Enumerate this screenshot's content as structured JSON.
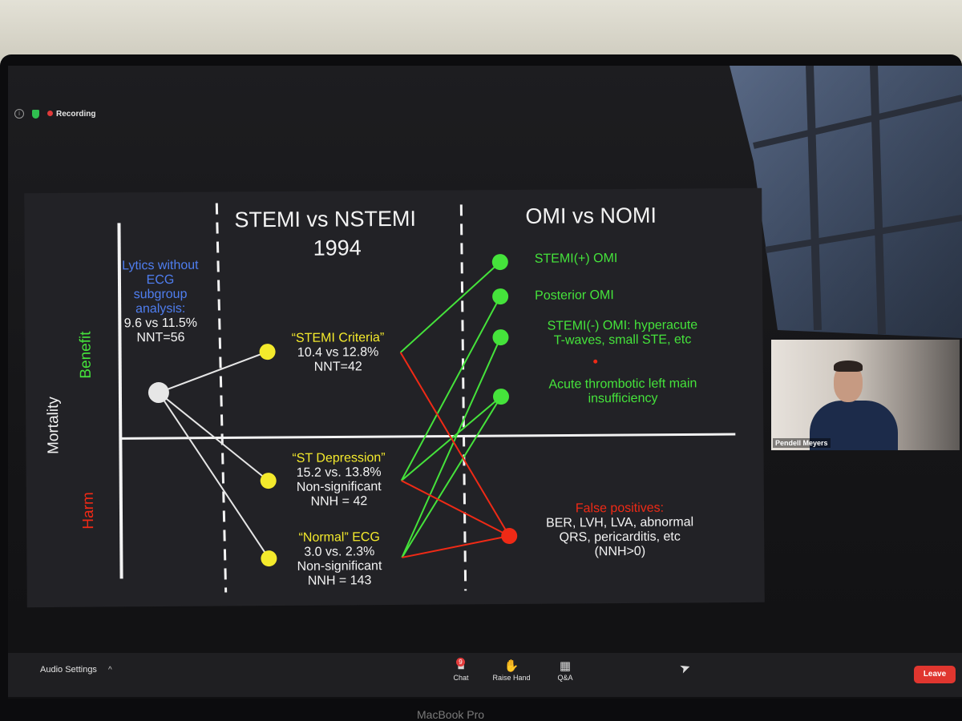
{
  "window": {
    "recording_label": "Recording"
  },
  "slide": {
    "title_left_1": "STEMI vs NSTEMI",
    "title_left_2": "1994",
    "title_right": "OMI vs NOMI",
    "axis": {
      "main": "Mortality",
      "benefit": "Benefit",
      "harm": "Harm"
    },
    "lytics": {
      "line1": "Lytics without",
      "line2": "ECG",
      "line3": "subgroup",
      "line4": "analysis:",
      "line5": "9.6 vs 11.5%",
      "line6": "NNT=56"
    },
    "stemi_criteria": {
      "title": "“STEMI Criteria”",
      "line1": "10.4 vs 12.8%",
      "line2": "NNT=42"
    },
    "st_depression": {
      "title": "“ST Depression”",
      "line1": "15.2 vs. 13.8%",
      "line2": "Non-significant",
      "line3": "NNH = 42"
    },
    "normal_ecg": {
      "title": "“Normal” ECG",
      "line1": "3.0 vs. 2.3%",
      "line2": "Non-significant",
      "line3": "NNH = 143"
    },
    "omi_items": {
      "stemi_pos": "STEMI(+) OMI",
      "posterior": "Posterior OMI",
      "stemi_neg_1": "STEMI(-) OMI: hyperacute",
      "stemi_neg_2": "T-waves, small STE, etc",
      "left_main_1": "Acute thrombotic left main",
      "left_main_2": "insufficiency"
    },
    "false_positives": {
      "title": "False positives:",
      "line1": "BER, LVH, LVA, abnormal",
      "line2": "QRS, pericarditis, etc",
      "line3": "(NNH>0)"
    },
    "colors": {
      "green": "#45e33b",
      "red": "#ef2a16",
      "yellow": "#f4ea2c",
      "blue": "#4f7ef0",
      "white": "#f3f3f3"
    }
  },
  "participant": {
    "name": "Pendell Meyers"
  },
  "toolbar": {
    "audio_settings": "Audio Settings",
    "chat_label": "Chat",
    "chat_badge": "9",
    "raise_hand_label": "Raise Hand",
    "qa_label": "Q&A",
    "leave_label": "Leave"
  },
  "device": {
    "brand": "MacBook Pro"
  }
}
